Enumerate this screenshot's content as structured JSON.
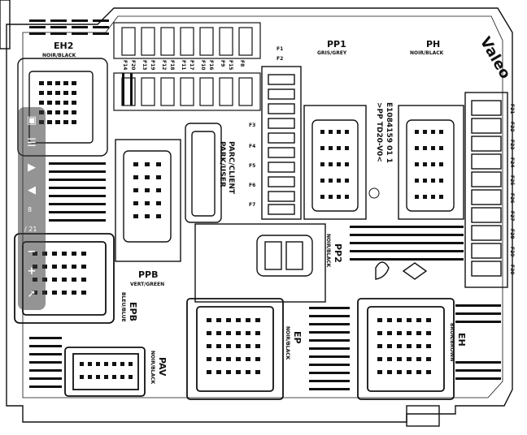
{
  "diagram": {
    "title_connectors": {
      "eh2": {
        "name": "EH2",
        "color": "NOIR/BLACK"
      },
      "pp1": {
        "name": "PP1",
        "color": "GRIS/GREY"
      },
      "ph": {
        "name": "PH",
        "color": "NOIR/BLACK"
      },
      "ppb": {
        "name": "PPB",
        "color": "VERT/GREEN"
      },
      "epb": {
        "name": "EPB",
        "color": "BLEU/BLUE"
      },
      "pp2": {
        "name": "PP2",
        "color": "NOIR/BLACK"
      },
      "ep": {
        "name": "EP",
        "color": "NOIR/BLACK"
      },
      "eh": {
        "name": "EH",
        "color": "BRUN/BROWN"
      },
      "pav": {
        "name": "PAV",
        "color": "NOIR/BLACK"
      }
    },
    "park_label": {
      "line1": "PARC/CLIENT",
      "line2": "PARK/USER"
    },
    "part_number": {
      "line1": "E1084159 01 1",
      "line2": ">PP TD20-V0<"
    },
    "brand": "Valeo",
    "fuses_top": [
      "F1",
      "F2"
    ],
    "fuses_row": [
      "F14",
      "F13",
      "F12",
      "F11",
      "F10",
      "F9",
      "F8"
    ],
    "fuses_row_b": [
      "F20",
      "F19",
      "F18",
      "F17",
      "F16",
      "F15"
    ],
    "fuses_mid": [
      "F3",
      "F4",
      "F5",
      "F6",
      "F7"
    ],
    "fuses_right": [
      "F21",
      "F22",
      "F23",
      "F24",
      "F25",
      "F26",
      "F27",
      "F28",
      "F29",
      "F30"
    ]
  },
  "viewer": {
    "page_current": "8",
    "page_total": "/ 21",
    "zoom_in": "+",
    "zoom_out": "−"
  }
}
